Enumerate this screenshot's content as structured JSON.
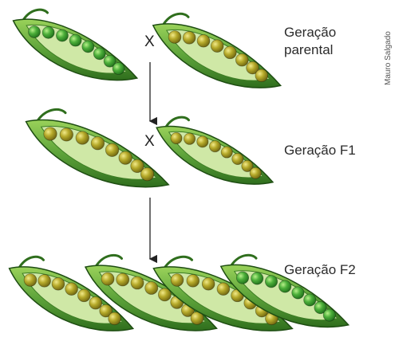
{
  "labels": {
    "parental_line1": "Geração",
    "parental_line2": "parental",
    "f1": "Geração F1",
    "f2": "Geração F2"
  },
  "cross_symbol_1": "X",
  "cross_symbol_2": "X",
  "credit": "Mauro Salgado",
  "colors": {
    "green_pea": "#4caf3a",
    "yellow_pea": "#b6aa2a",
    "pod_light": "#7fbf46",
    "pod_dark": "#2f6e1d",
    "arrow": "#222222"
  },
  "generations": {
    "parental": [
      "green",
      "yellow"
    ],
    "f1": [
      "yellow",
      "yellow"
    ],
    "f2": [
      "yellow",
      "yellow",
      "yellow",
      "green"
    ]
  }
}
